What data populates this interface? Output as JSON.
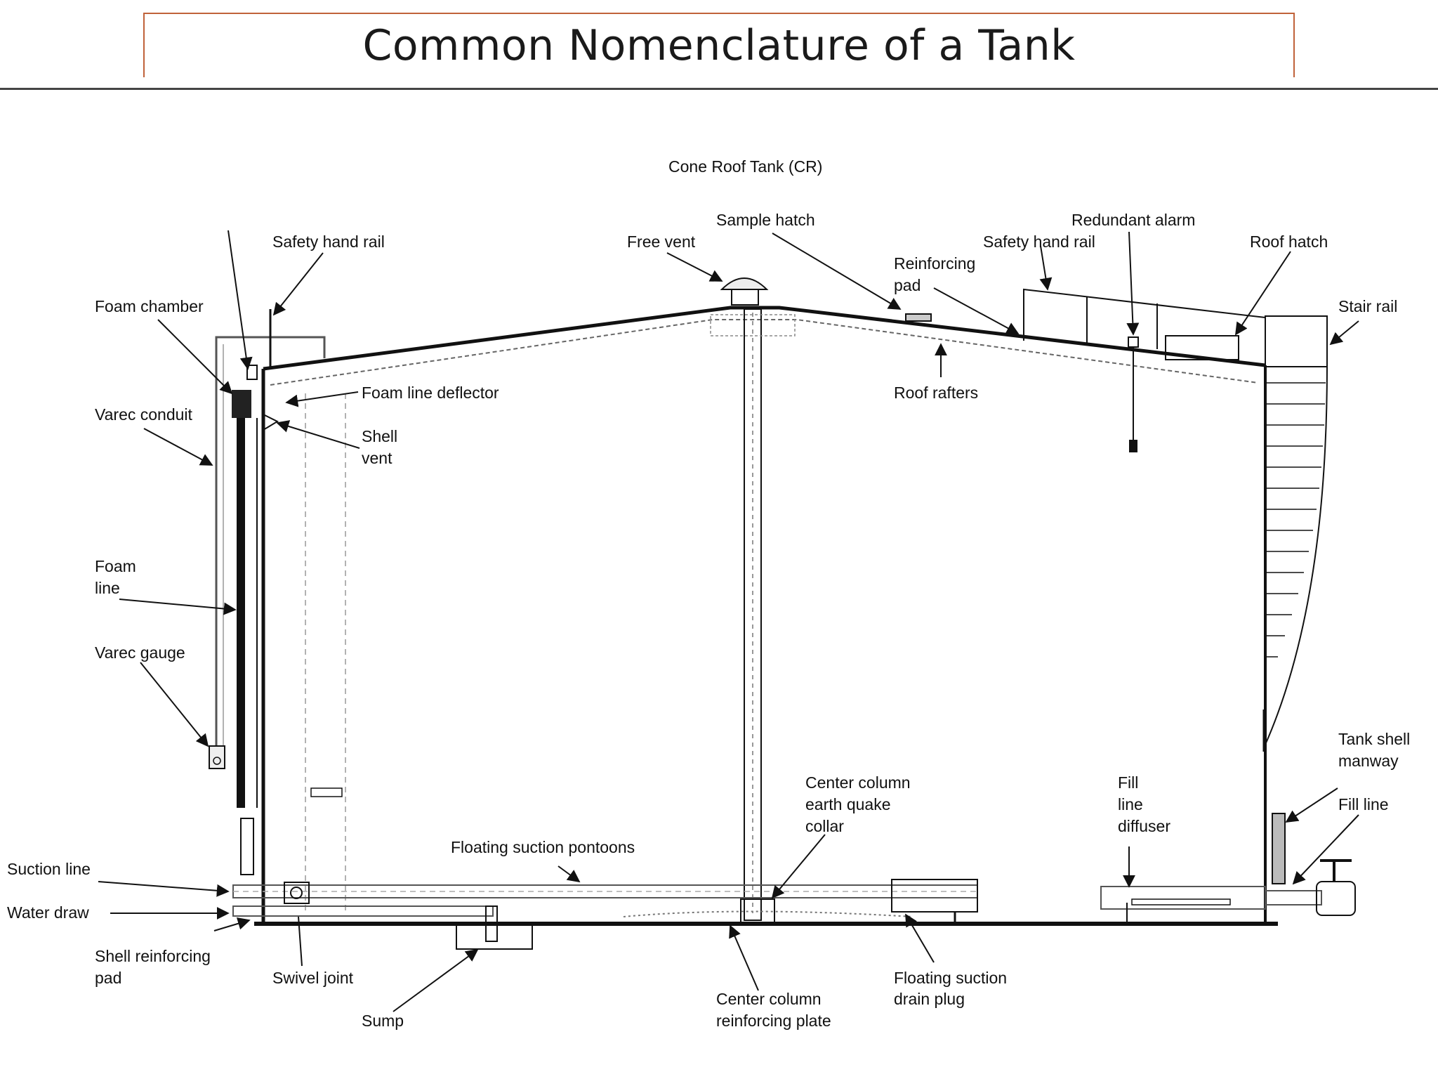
{
  "title": "Common Nomenclature of a Tank",
  "diagram_title": "Cone Roof Tank (CR)",
  "labels": {
    "safety_hand_rail_left": "Safety hand rail",
    "foam_chamber": "Foam chamber",
    "varec_conduit": "Varec conduit",
    "foam_line_1": "Foam",
    "foam_line_2": "line",
    "varec_gauge": "Varec gauge",
    "suction_line": "Suction line",
    "water_draw": "Water draw",
    "shell_reinforcing_pad_1": "Shell reinforcing",
    "shell_reinforcing_pad_2": "pad",
    "swivel_joint": "Swivel joint",
    "sump": "Sump",
    "foam_line_deflector": "Foam line deflector",
    "shell_vent_1": "Shell",
    "shell_vent_2": "vent",
    "free_vent": "Free vent",
    "sample_hatch": "Sample hatch",
    "reinforcing_pad_1": "Reinforcing",
    "reinforcing_pad_2": "pad",
    "safety_hand_rail_right": "Safety hand rail",
    "redundant_alarm": "Redundant alarm",
    "roof_hatch": "Roof hatch",
    "stair_rail": "Stair rail",
    "roof_rafters": "Roof rafters",
    "floating_suction_pontoons": "Floating suction pontoons",
    "center_column_collar_1": "Center column",
    "center_column_collar_2": "earth quake",
    "center_column_collar_3": "collar",
    "fill_line_diffuser_1": "Fill",
    "fill_line_diffuser_2": "line",
    "fill_line_diffuser_3": "diffuser",
    "tank_shell_manway_1": "Tank shell",
    "tank_shell_manway_2": "manway",
    "fill_line": "Fill line",
    "center_column_plate_1": "Center column",
    "center_column_plate_2": "reinforcing plate",
    "floating_suction_drain_plug_1": "Floating suction",
    "floating_suction_drain_plug_2": "drain plug"
  }
}
